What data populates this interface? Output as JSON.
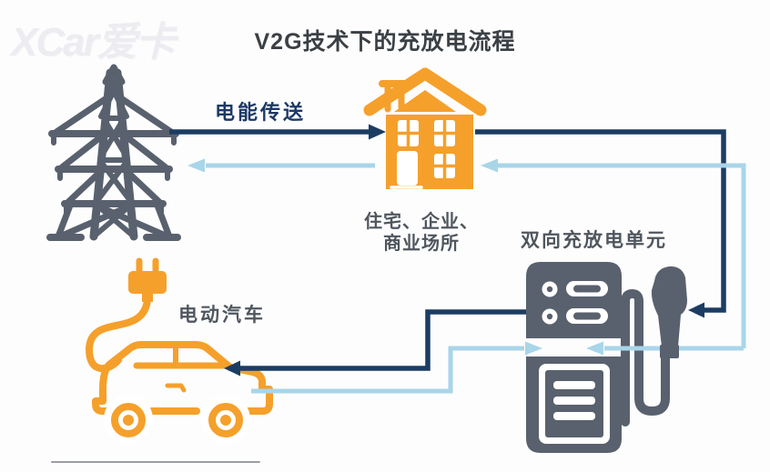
{
  "watermark": "XCar爱卡",
  "title": "V2G技术下的充放电流程",
  "labels": {
    "energy_transfer": "电能传送",
    "building_line1": "住宅、企业、",
    "building_line2": "商业场所",
    "charger_unit": "双向充放电单元",
    "ev": "电动汽车"
  },
  "icons": {
    "grid": "power-transmission-tower-icon",
    "building": "house-icon",
    "charger": "bidirectional-charger-icon",
    "charging_gun": "charging-gun-icon",
    "ev": "electric-car-icon",
    "plug": "charging-plug-icon"
  },
  "nodes": [
    {
      "id": "grid",
      "label": ""
    },
    {
      "id": "building",
      "label": "住宅、企业、商业场所"
    },
    {
      "id": "charger",
      "label": "双向充放电单元"
    },
    {
      "id": "ev",
      "label": "电动汽车"
    }
  ],
  "flows": [
    {
      "from": "grid",
      "to": "building",
      "color": "navy",
      "label": "电能传送"
    },
    {
      "from": "building",
      "to": "grid",
      "color": "light_blue",
      "label": ""
    },
    {
      "from": "building",
      "to": "charger",
      "color": "navy",
      "label": ""
    },
    {
      "from": "charger",
      "to": "ev",
      "color": "navy",
      "label": ""
    },
    {
      "from": "ev",
      "to": "charger",
      "color": "light_blue",
      "label": ""
    },
    {
      "from": "charger",
      "to": "building",
      "color": "light_blue",
      "label": ""
    }
  ],
  "colors": {
    "orange": "#F5A02B",
    "slate": "#59616E",
    "navy": "#1C3D63",
    "light_blue": "#A9D5E9",
    "title_text": "#3B4045",
    "label_text": "#4F565E",
    "energy_text": "#1D3966",
    "watermark": "#ECECF1",
    "divider": "#9B9FA3",
    "background": "#FDFDFE"
  }
}
